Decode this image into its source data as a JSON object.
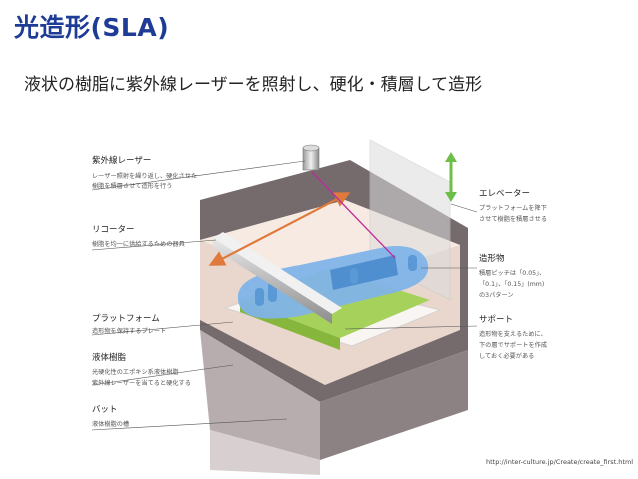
{
  "title": "光造形(SLA)",
  "subtitle": "液状の樹脂に紫外線レーザーを照射し、硬化・積層して造形",
  "labels": {
    "laser": {
      "title": "紫外線レーザー",
      "desc": [
        "レーザー照射を繰り返し、硬化させた",
        "樹脂を積層させて造形を行う"
      ]
    },
    "recoater": {
      "title": "リコーター",
      "desc": [
        "樹脂を均一に供給するための器具"
      ]
    },
    "platform": {
      "title": "プラットフォーム",
      "desc": [
        "造形物を保持するプレート"
      ]
    },
    "resin": {
      "title": "液体樹脂",
      "desc": [
        "光硬化性のエポキシ系液体樹脂",
        "紫外線レーザーを当てると硬化する"
      ]
    },
    "vat": {
      "title": "バット",
      "desc": [
        "液体樹脂の槽"
      ]
    },
    "elevator": {
      "title": "エレベーター",
      "desc": [
        "プラットフォームを降下",
        "させて樹脂を積層させる"
      ]
    },
    "model": {
      "title": "造形物",
      "desc": [
        "積層ピッチは「0.05」、",
        "「0.1」、「0.15」(mm)",
        "の3パターン"
      ]
    },
    "support": {
      "title": "サポート",
      "desc": [
        "造形物を支えるために、",
        "下の層でサポートを作成",
        "しておく必要がある"
      ]
    }
  },
  "source_url": "http://inter-culture.jp/Create/create_first.html",
  "colors": {
    "title": "#1e3c96",
    "laser_beam": "#c02a9a",
    "arrow_orange": "#e07a3a",
    "elevator_arrow": "#6cc04a",
    "support_green": "#a6d15a",
    "model_blue": "#7fb4e8",
    "resin_fill": "#f3e1d6"
  }
}
